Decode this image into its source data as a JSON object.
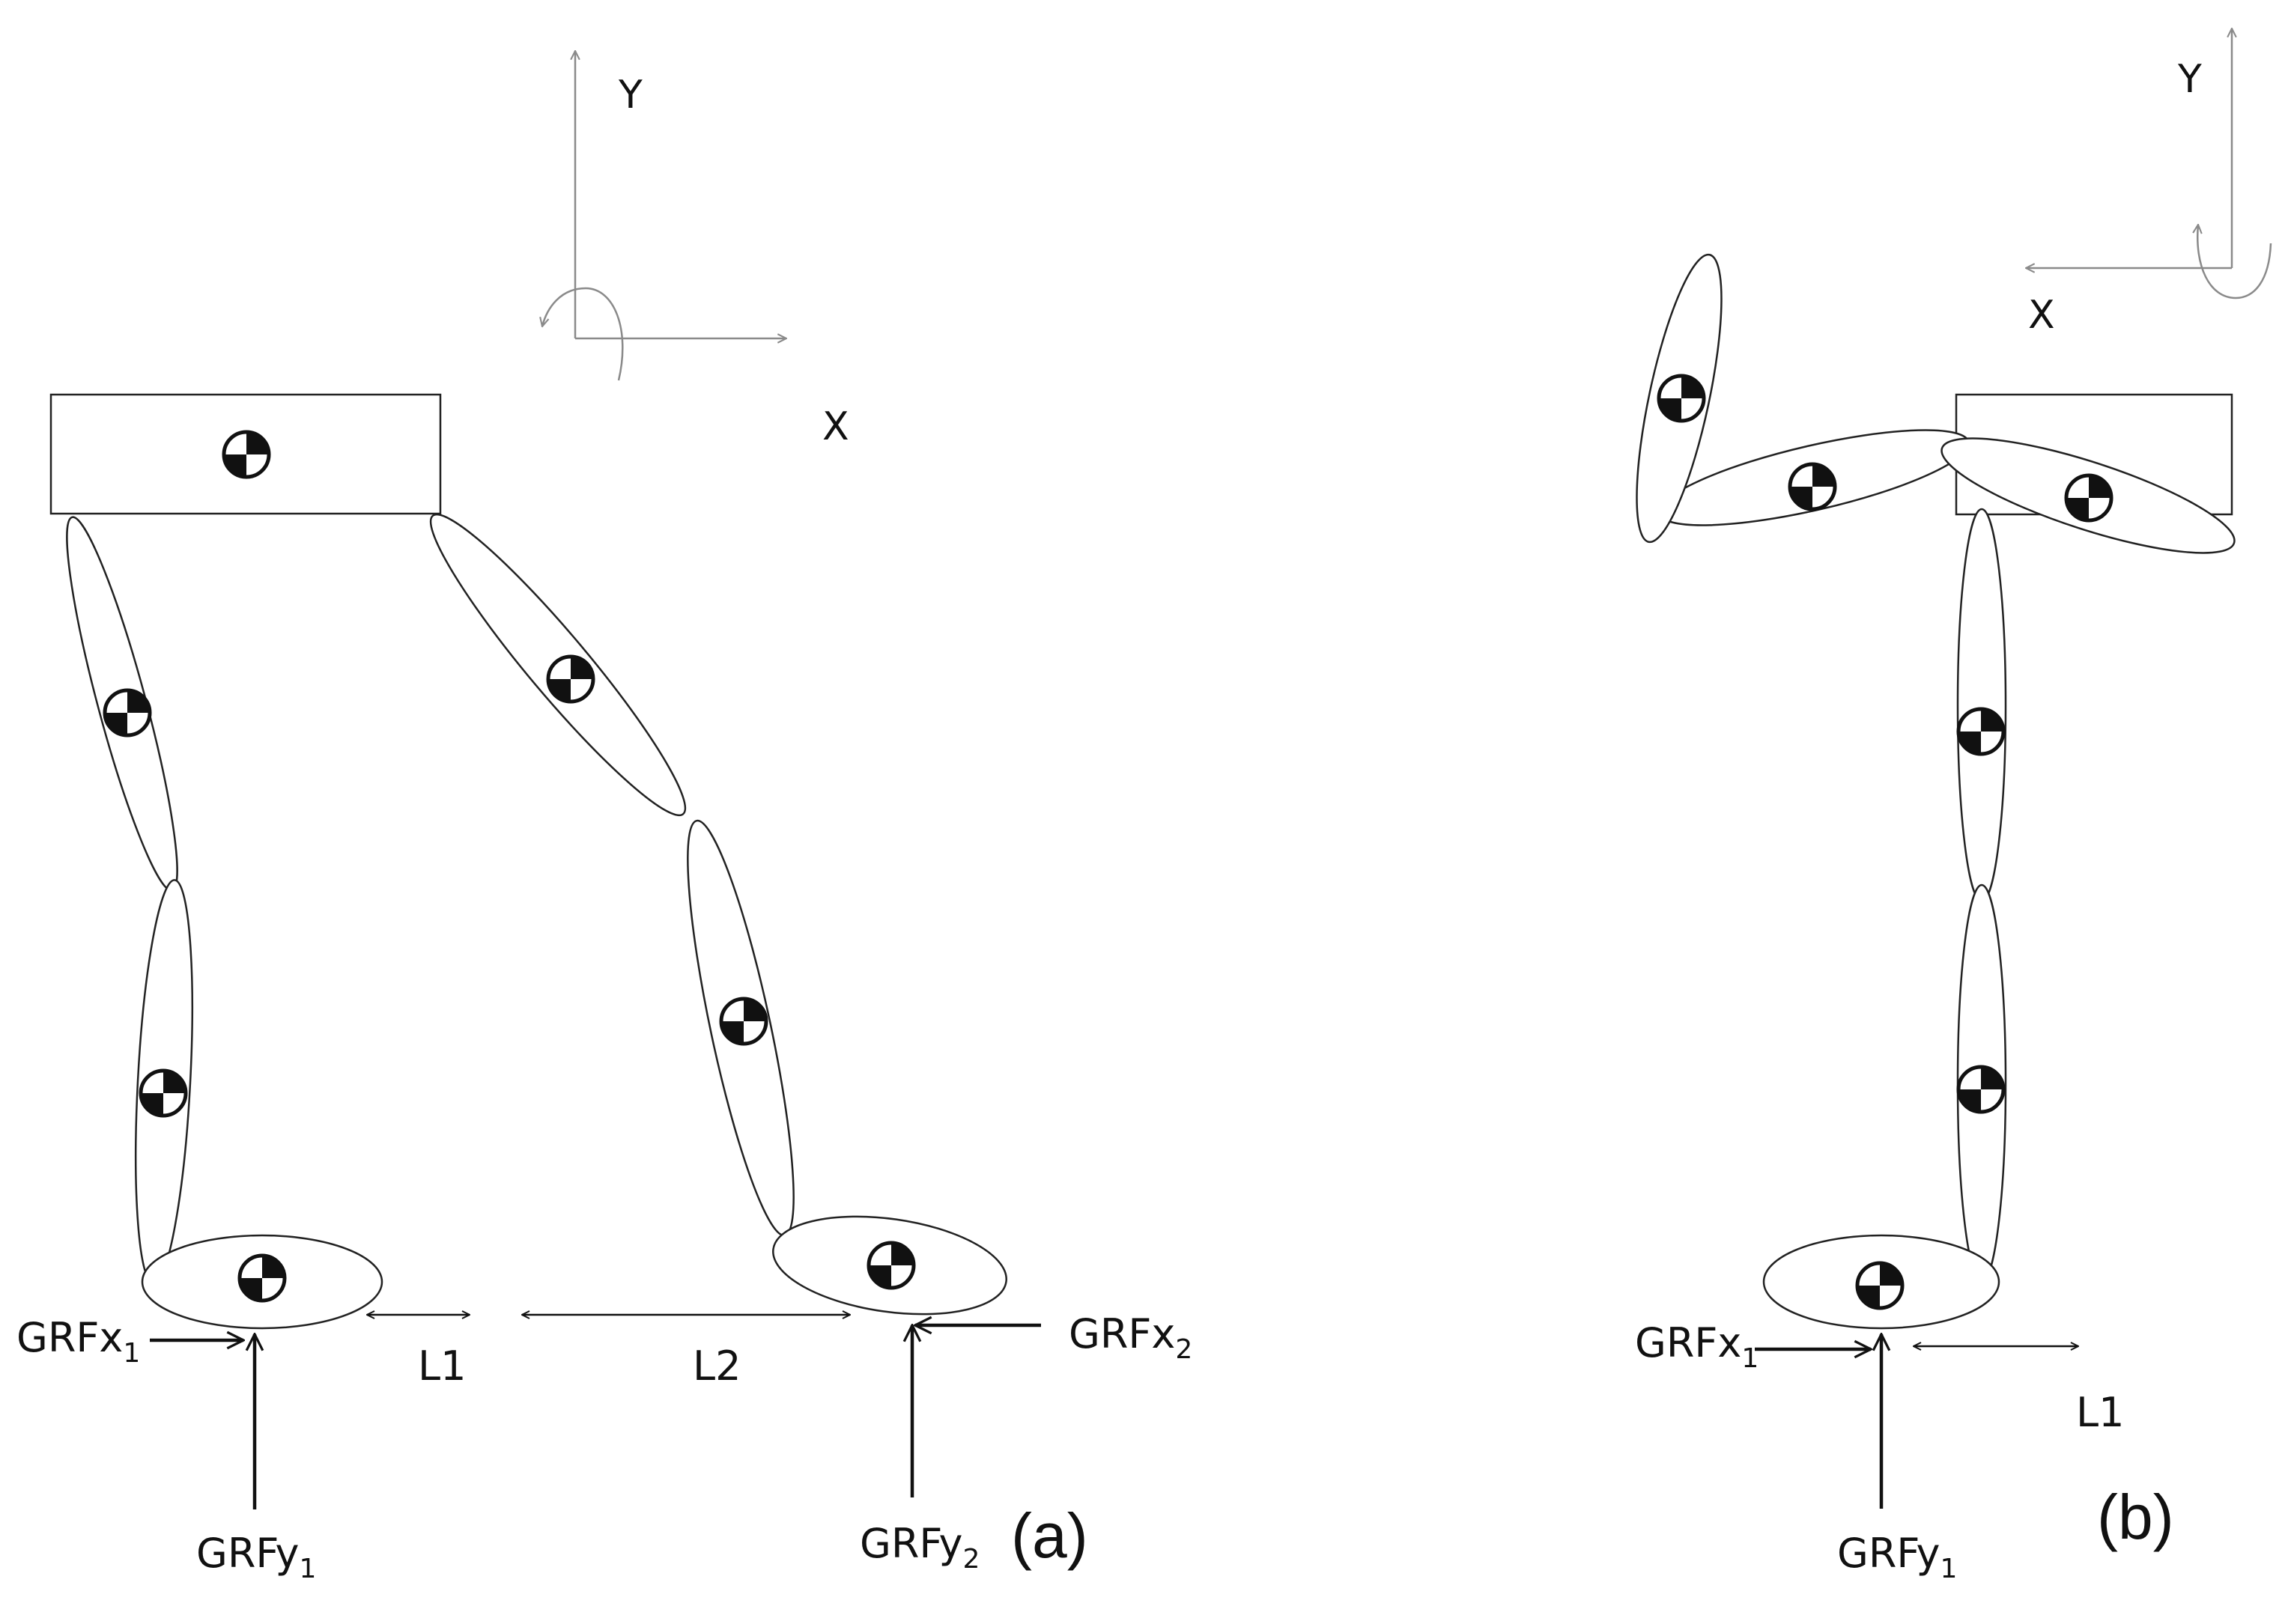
{
  "panel_a": {
    "label": "(a)",
    "axes": {
      "y": "Y",
      "x": "X"
    },
    "forces": {
      "grfx1": {
        "base": "GRFx",
        "sub": "1"
      },
      "grfy1": {
        "base": "GRFy",
        "sub": "1"
      },
      "grfx2": {
        "base": "GRFx",
        "sub": "2"
      },
      "grfy2": {
        "base": "GRFy",
        "sub": "2"
      }
    },
    "distances": {
      "l1": "L1",
      "l2": "L2"
    }
  },
  "panel_b": {
    "label": "(b)",
    "axes": {
      "y": "Y",
      "x": "X"
    },
    "forces": {
      "grfx1": {
        "base": "GRFx",
        "sub": "1"
      },
      "grfy1": {
        "base": "GRFy",
        "sub": "1"
      }
    },
    "distances": {
      "l1": "L1"
    }
  }
}
